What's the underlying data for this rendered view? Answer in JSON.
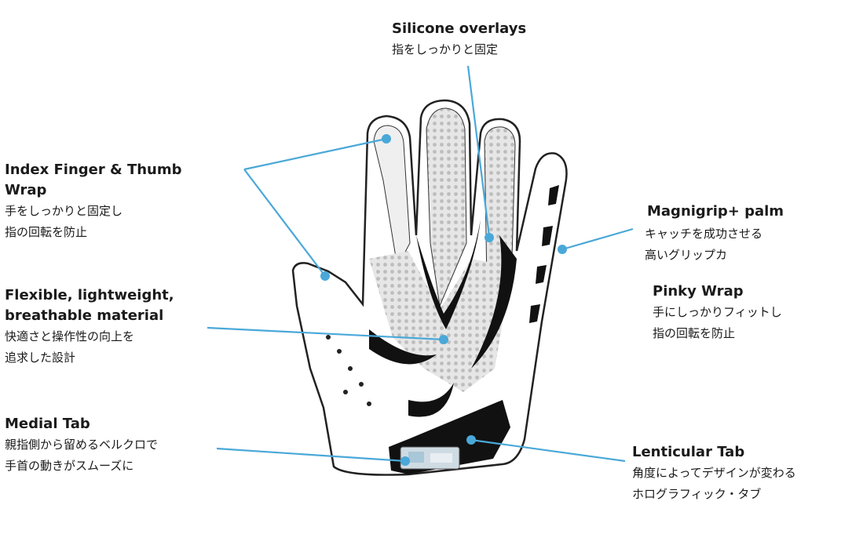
{
  "callouts": {
    "silicone": {
      "title": "Silicone overlays",
      "desc": [
        "指をしっかりと固定"
      ]
    },
    "index": {
      "title": "Index Finger & Thumb Wrap",
      "title_lines": [
        "Index Finger & Thumb",
        "Wrap"
      ],
      "desc": [
        "手をしっかりと固定し",
        "指の回転を防止"
      ]
    },
    "magnigrip": {
      "title": "Magnigrip+ palm",
      "desc": [
        "キャッチを成功させる",
        "高いグリップカ"
      ]
    },
    "pinky": {
      "title": "Pinky Wrap",
      "desc": [
        "手にしっかりフィットし",
        "指の回転を防止"
      ]
    },
    "flexible": {
      "title": "Flexible, lightweight, breathable material",
      "title_lines": [
        "Flexible, lightweight,",
        "breathable material"
      ],
      "desc": [
        "快適さと操作性の向上を",
        "追求した設計"
      ]
    },
    "medial": {
      "title": "Medial Tab",
      "desc": [
        "親指側から留めるベルクロで",
        "手首の動きがスムーズに"
      ]
    },
    "lenticular": {
      "title": "Lenticular Tab",
      "desc": [
        "角度によってデザインが変わる",
        "ホログラフィック・タブ"
      ]
    }
  },
  "colors": {
    "accent": "#4aa8d8",
    "text": "#1a1a1a",
    "glove_outline": "#222222",
    "pattern": "#cfcfcf"
  }
}
